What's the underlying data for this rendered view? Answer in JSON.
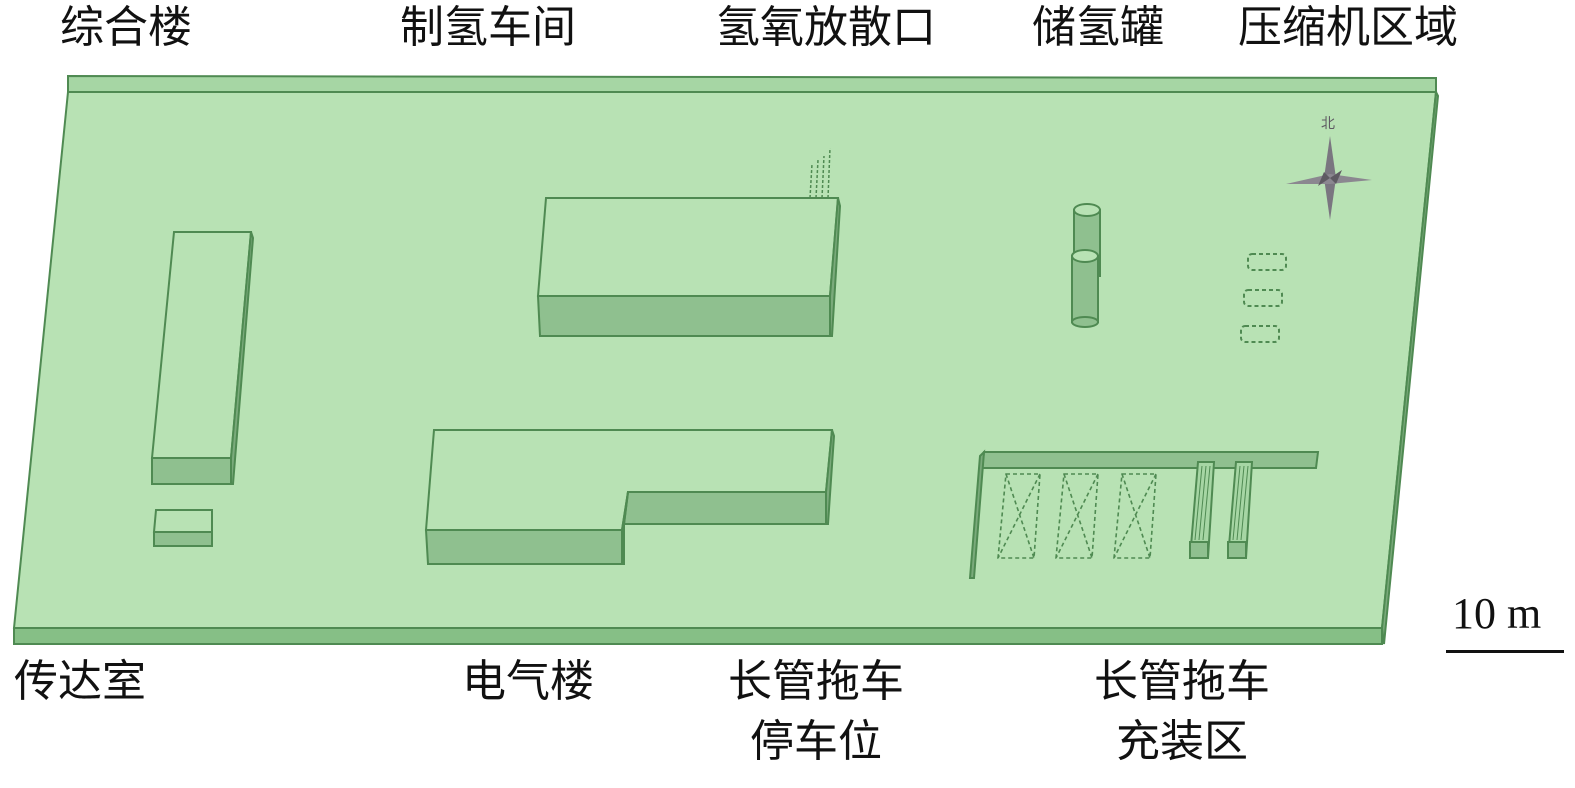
{
  "labels": {
    "top": [
      "综合楼",
      "制氢车间",
      "氢氧放散口",
      "储氢罐",
      "压缩机区域"
    ],
    "bottom_single": [
      "传达室",
      "电气楼"
    ],
    "parking": [
      "长管拖车",
      "停车位"
    ],
    "filling": [
      "长管拖车",
      "充装区"
    ],
    "compass_north": "北",
    "scale": "10 m"
  },
  "colors": {
    "ground_top": "#b8e2b4",
    "ground_edge": "#7fbf80",
    "building_top": "#b8e2b4",
    "building_front": "#8fc08f",
    "building_side": "#7aaa7b",
    "outline": "#4f8a52",
    "compass": "#6a6670"
  }
}
